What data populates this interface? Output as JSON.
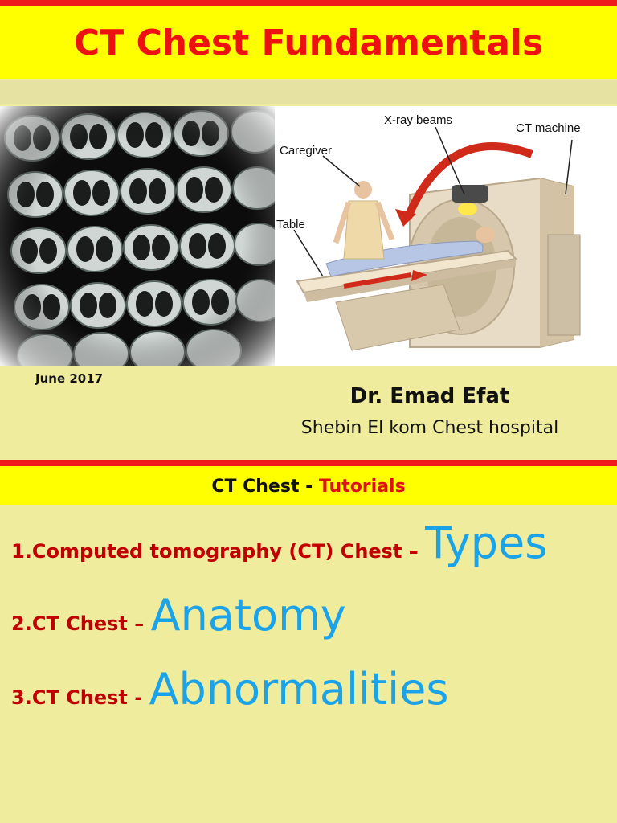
{
  "header": {
    "title": "CT Chest Fundamentals"
  },
  "illustration": {
    "labels": {
      "xray": "X-ray beams",
      "machine": "CT machine",
      "caregiver": "Caregiver",
      "table": "Table"
    }
  },
  "meta": {
    "date": "June 2017",
    "author": "Dr. Emad Efat",
    "institution": "Shebin El kom Chest hospital"
  },
  "tutorials": {
    "heading_prefix": "CT Chest - ",
    "heading_highlight": "Tutorials",
    "items": [
      {
        "number": "1.",
        "text": "Computed tomography (CT) Chest – ",
        "topic": "Types"
      },
      {
        "number": "2.",
        "text": "CT Chest – ",
        "topic": "Anatomy"
      },
      {
        "number": "3.",
        "text": "CT Chest - ",
        "topic": "Abnormalities"
      }
    ]
  },
  "colors": {
    "accent_red": "#ee1c1c",
    "banner_yellow": "#ffff00",
    "background": "#f0ec9e",
    "topic_blue": "#1aa3e8"
  }
}
